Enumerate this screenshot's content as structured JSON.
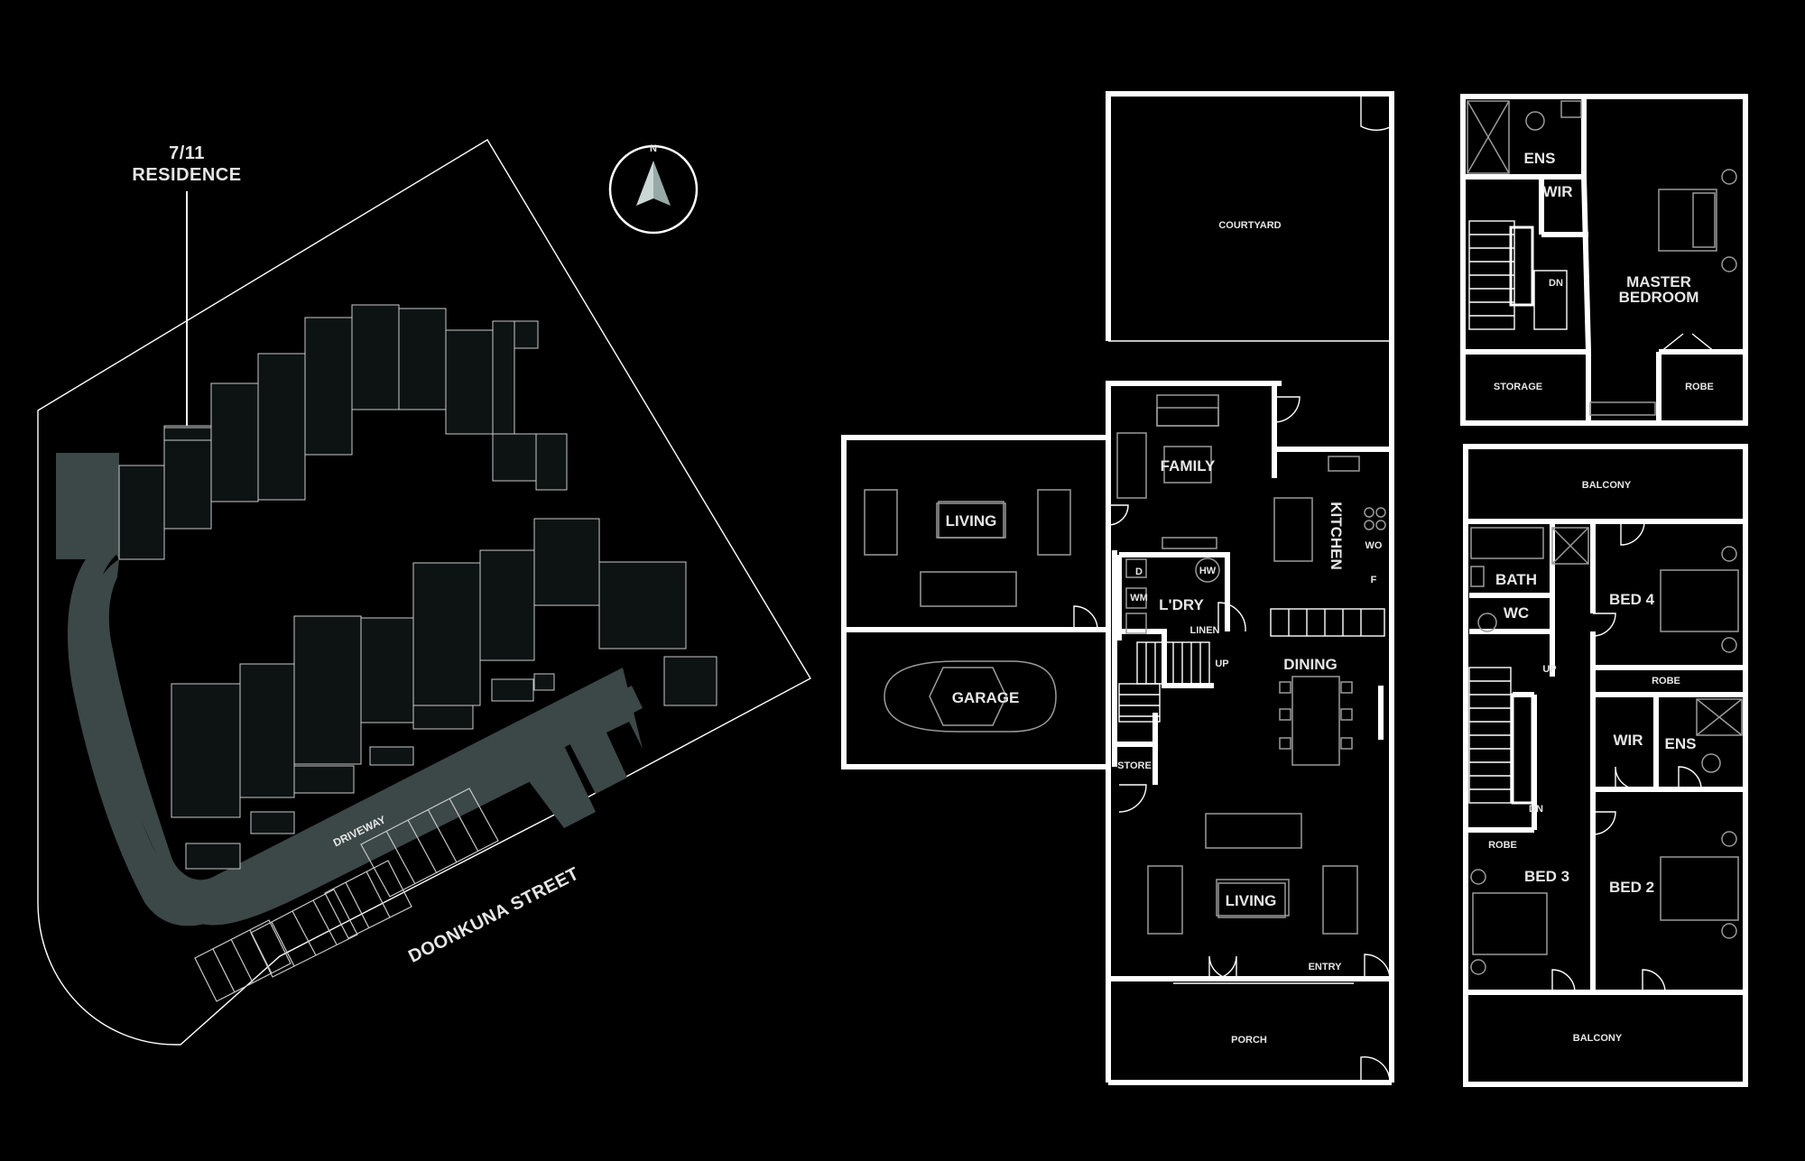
{
  "site": {
    "residence_label_line1": "7/11",
    "residence_label_line2": "RESIDENCE",
    "compass_label": "N",
    "driveway_label": "DRIVEWAY",
    "street_label": "DOONKUNA STREET"
  },
  "ground_floor": {
    "courtyard": "COURTYARD",
    "family": "FAMILY",
    "kitchen": "KITCHEN",
    "wo": "WO",
    "f": "F",
    "living_left": "LIVING",
    "laundry": "L'DRY",
    "d": "D",
    "wm": "WM",
    "hw": "HW",
    "linen": "LINEN",
    "garage": "GARAGE",
    "up": "UP",
    "dining": "DINING",
    "store": "STORE",
    "living_main": "LIVING",
    "entry": "ENTRY",
    "porch": "PORCH"
  },
  "top_floor": {
    "ens": "ENS",
    "wir": "WIR",
    "dn": "DN",
    "master_line1": "MASTER",
    "master_line2": "BEDROOM",
    "storage": "STORAGE",
    "robe": "ROBE"
  },
  "first_floor": {
    "balcony_top": "BALCONY",
    "bath": "BATH",
    "wc": "WC",
    "bed4": "BED 4",
    "up": "UP",
    "robe_right": "ROBE",
    "wir": "WIR",
    "ens": "ENS",
    "dn": "DN",
    "robe_left": "ROBE",
    "bed3": "BED 3",
    "bed2": "BED 2",
    "balcony_bottom": "BALCONY"
  },
  "colors": {
    "background": "#000000",
    "wall": "#ffffff",
    "building_fill": "#0d1212",
    "driveway": "#3c4747",
    "text": "#e6e6e6"
  }
}
